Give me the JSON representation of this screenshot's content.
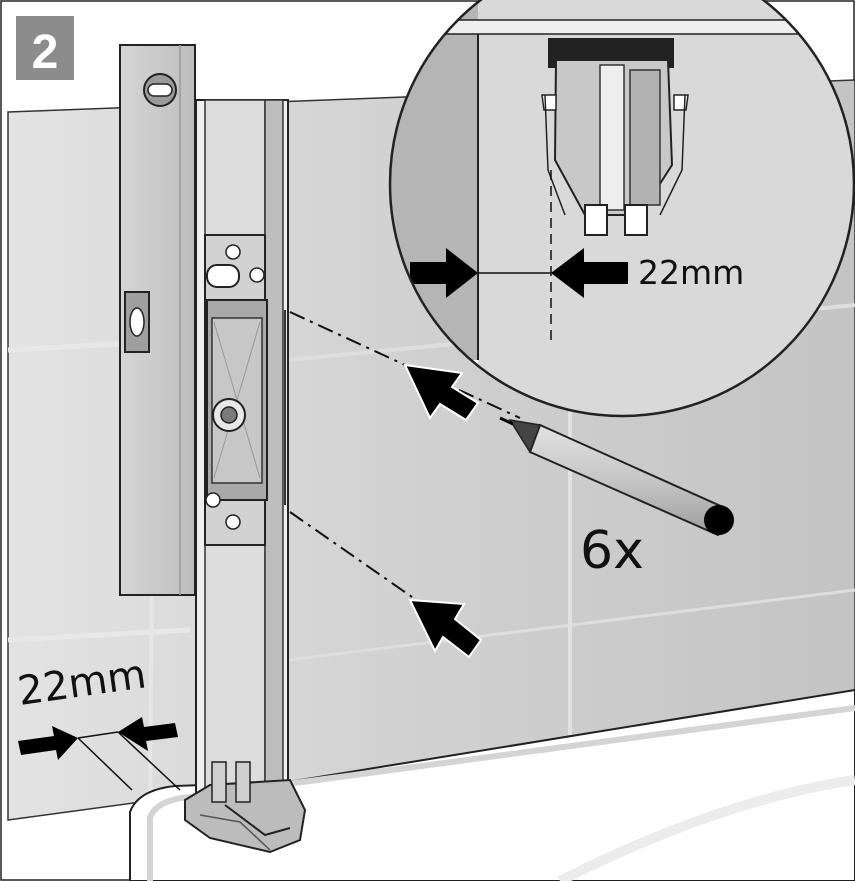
{
  "step": {
    "number": "2"
  },
  "labels": {
    "zoom_gap": "22mm",
    "floor_gap": "22mm",
    "mark_count": "6x"
  },
  "colors": {
    "wall": "#cfcfcf",
    "wall_dark": "#b9b9b9",
    "line": "#1a1a1a",
    "badge": "#8c8c8c",
    "arrow": "#000000"
  },
  "icons": {
    "arrow": "arrow-icon",
    "level": "spirit-level-icon",
    "pencil": "pencil-icon"
  }
}
